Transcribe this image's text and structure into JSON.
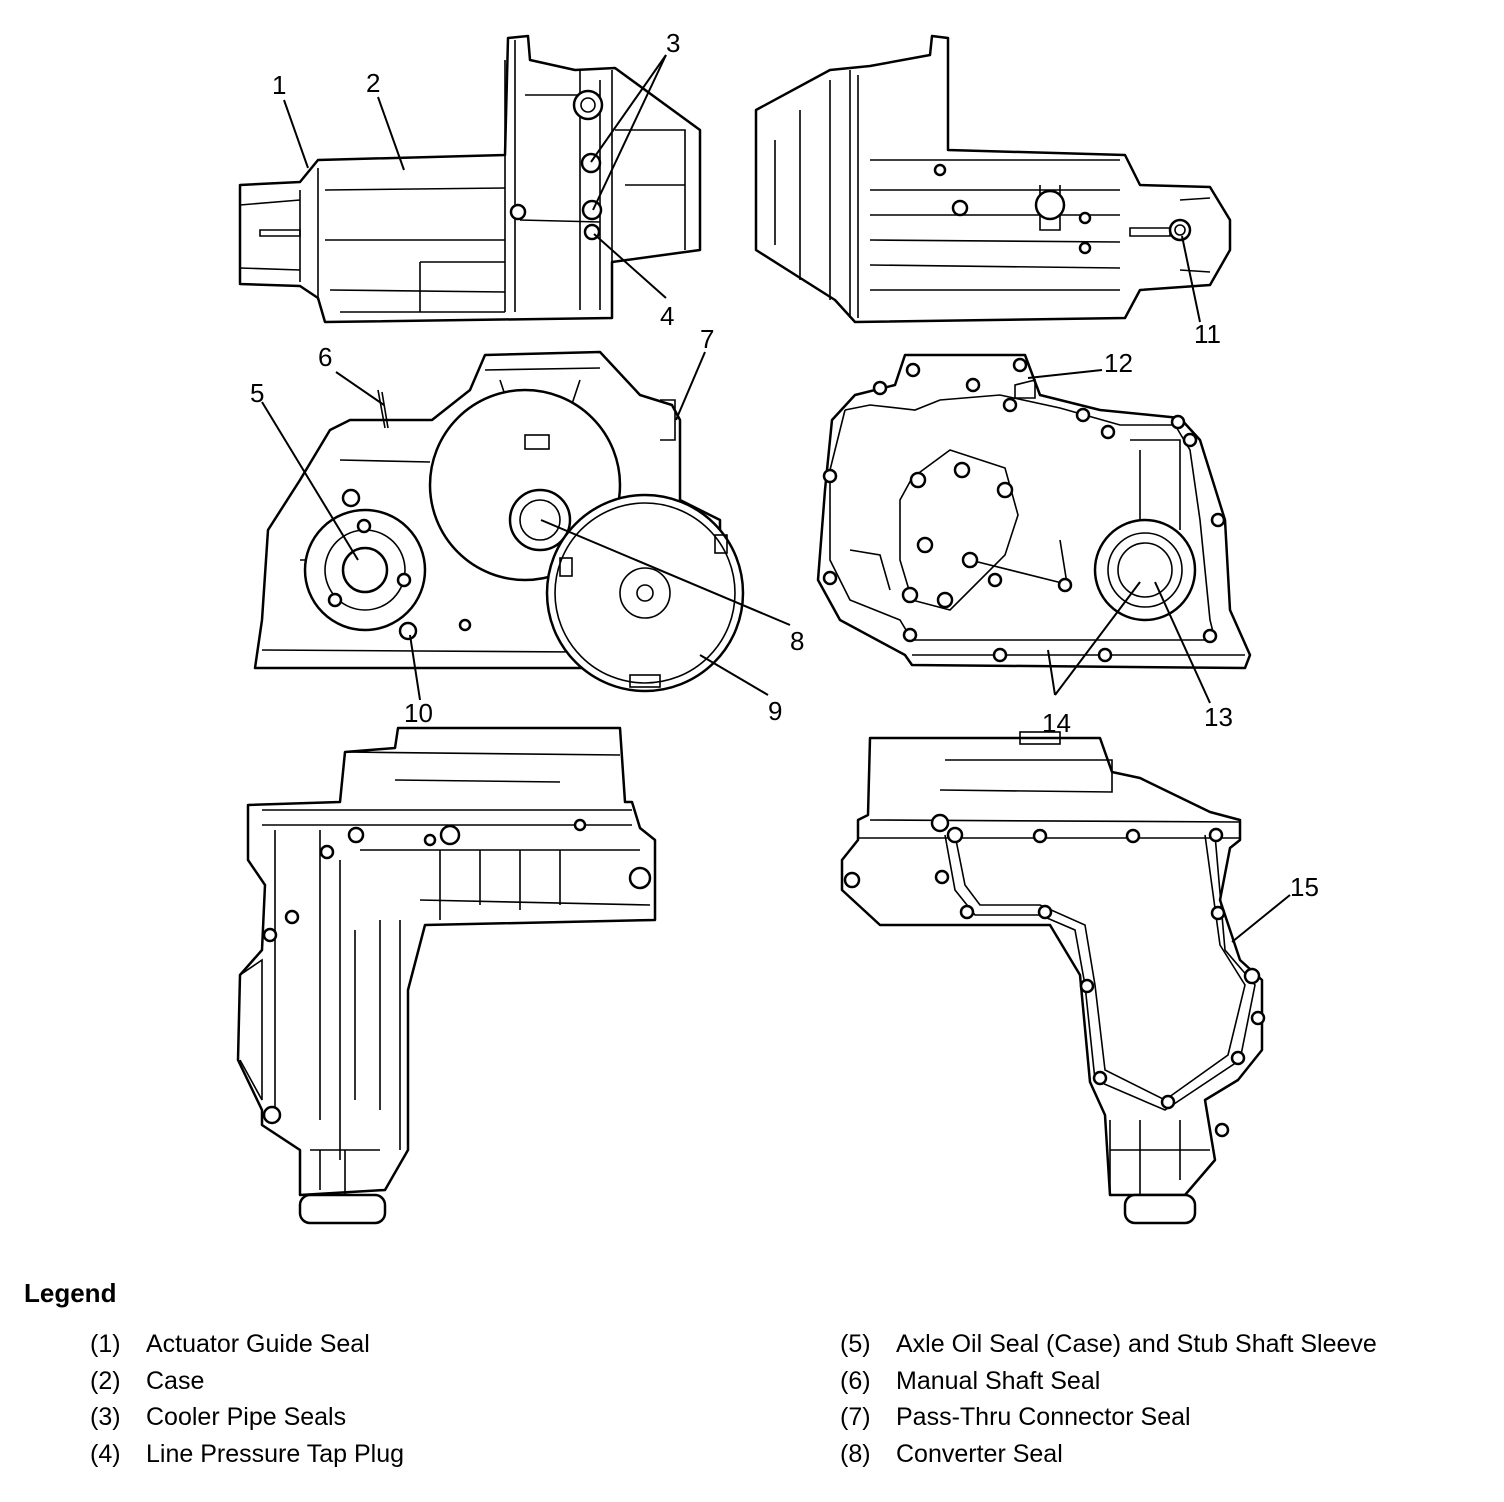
{
  "callouts": [
    "1",
    "2",
    "3",
    "4",
    "5",
    "6",
    "7",
    "8",
    "9",
    "10",
    "11",
    "12",
    "13",
    "14",
    "15"
  ],
  "legend": {
    "title": "Legend",
    "items": [
      {
        "num": "(1)",
        "label": "Actuator Guide Seal"
      },
      {
        "num": "(2)",
        "label": "Case"
      },
      {
        "num": "(3)",
        "label": "Cooler Pipe Seals"
      },
      {
        "num": "(4)",
        "label": "Line Pressure Tap Plug"
      },
      {
        "num": "(5)",
        "label": "Axle Oil Seal (Case) and Stub Shaft Sleeve"
      },
      {
        "num": "(6)",
        "label": "Manual Shaft Seal"
      },
      {
        "num": "(7)",
        "label": "Pass-Thru Connector Seal"
      },
      {
        "num": "(8)",
        "label": "Converter Seal"
      }
    ]
  }
}
